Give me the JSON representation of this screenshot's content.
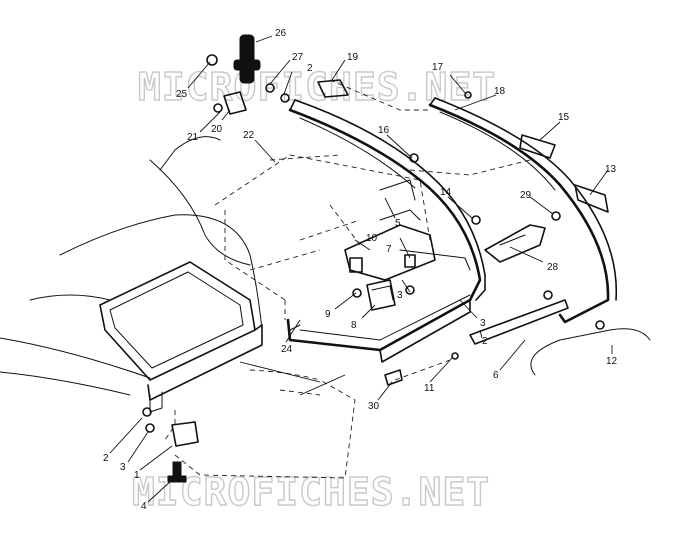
{
  "watermark": {
    "top_text": "MICROFICHES.NET",
    "bottom_text": "MICROFICHES.NET"
  },
  "callouts": {
    "c26": "26",
    "c27": "27",
    "c2a": "2",
    "c19": "19",
    "c25": "25",
    "c17": "17",
    "c18": "18",
    "c21": "21",
    "c20": "20",
    "c22": "22",
    "c16": "16",
    "c15": "15",
    "c13": "13",
    "c14": "14",
    "c29": "29",
    "c5": "5",
    "c10": "10",
    "c7": "7",
    "c28": "28",
    "c9": "9",
    "c3a": "3",
    "c8": "8",
    "c3b": "3",
    "c24": "24",
    "c2b": "2",
    "c6": "6",
    "c12": "12",
    "c11": "11",
    "c30": "30",
    "c2c": "2",
    "c3c": "3",
    "c1": "1",
    "c4": "4"
  }
}
